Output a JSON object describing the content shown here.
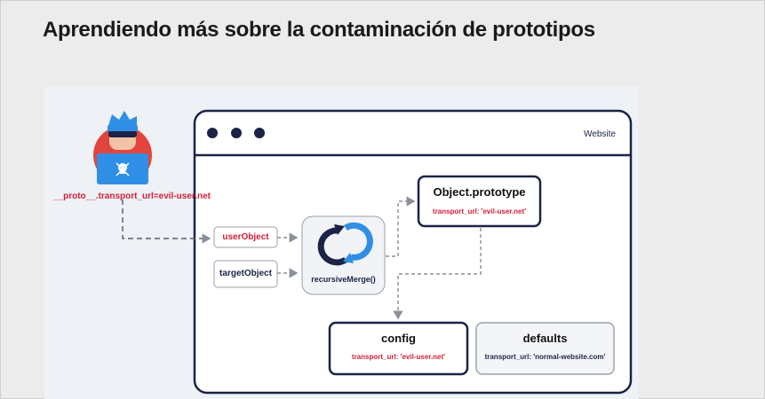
{
  "page": {
    "title": "Aprendiendo más sobre la contaminación de prototipos"
  },
  "diagram": {
    "attacker_payload": "__proto__.transport_url=evil-user.net",
    "window_label": "Website",
    "user_object": "userObject",
    "target_object": "targetObject",
    "merge_function": "recursiveMerge()",
    "object_prototype": {
      "title": "Object.prototype",
      "property": "transport_url: 'evil-user.net'"
    },
    "config": {
      "title": "config",
      "property": "transport_url: 'evil-user.net'"
    },
    "defaults": {
      "title": "defaults",
      "property": "transport_url: 'normal-website.com'"
    }
  },
  "colors": {
    "navy": "#1b2446",
    "accent_red": "#d0213a",
    "hacker_red": "#e2453c",
    "laptop_blue": "#2f8fe6",
    "arrow_gray": "#8a8f99",
    "merge_icon_blue": "#2f8fe6"
  },
  "icons": [
    "hacker-avatar-icon",
    "skull-icon",
    "window-dot-icon",
    "recursive-merge-icon",
    "arrow-icon"
  ]
}
